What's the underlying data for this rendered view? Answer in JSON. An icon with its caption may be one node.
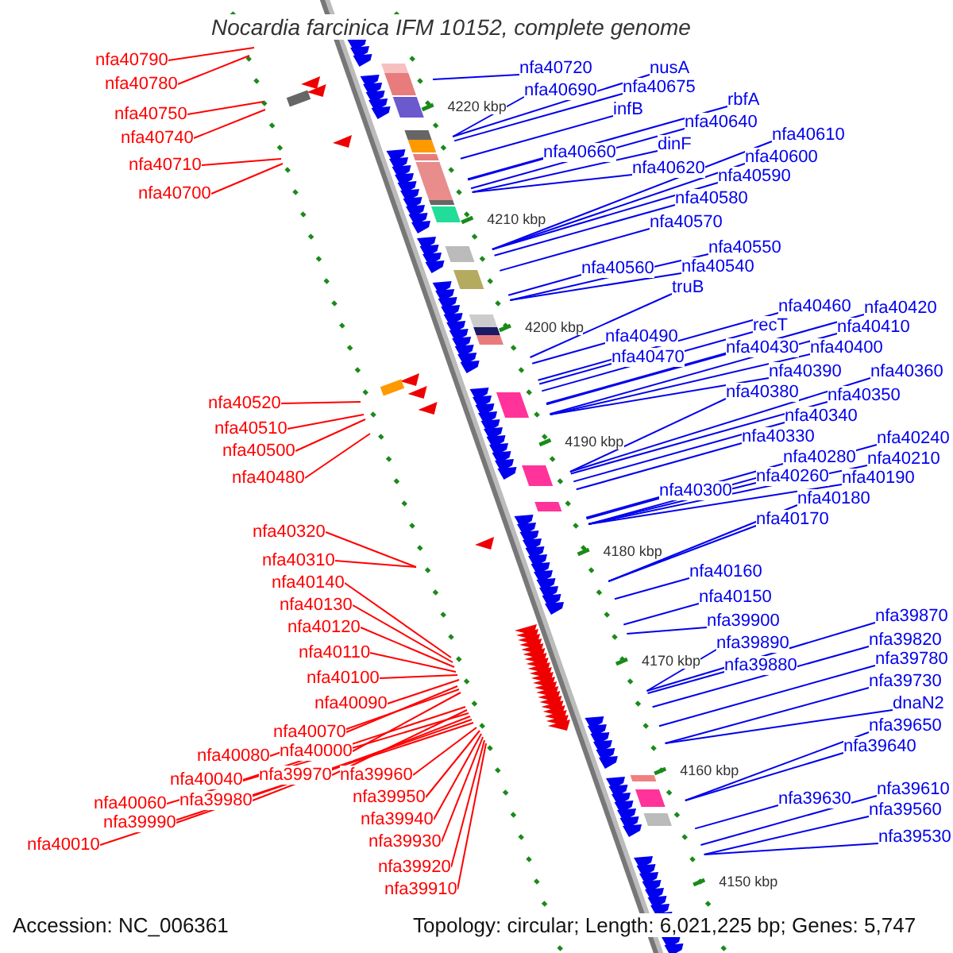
{
  "diagram": {
    "title": "Nocardia farcinica IFM 10152, complete genome",
    "nodes": [
      {
        "text": [
          "nfa40790"
        ]
      },
      {
        "text": [
          "nfa40780"
        ]
      },
      {
        "text": [
          "nfa40750"
        ]
      },
      {
        "text": [
          "nfa40740"
        ]
      },
      {
        "text": [
          "nfa40710"
        ]
      },
      {
        "text": [
          "nfa40700"
        ]
      },
      {
        "text": [
          "nfa40520"
        ]
      },
      {
        "text": [
          "nfa40510"
        ]
      },
      {
        "text": [
          "nfa40500"
        ]
      },
      {
        "text": [
          "nfa40480"
        ]
      },
      {
        "text": [
          "nfa40320"
        ]
      },
      {
        "text": [
          "nfa40310"
        ]
      },
      {
        "text": [
          "nfa40140"
        ]
      },
      {
        "text": [
          "nfa40130"
        ]
      },
      {
        "text": [
          "nfa40120"
        ]
      },
      {
        "text": [
          "nfa40110"
        ]
      },
      {
        "text": [
          "nfa40100"
        ]
      },
      {
        "text": [
          "nfa40090"
        ]
      },
      {
        "text": [
          "nfa40070"
        ]
      },
      {
        "text": [
          "nfa40080"
        ]
      },
      {
        "text": [
          "nfa40000"
        ]
      },
      {
        "text": [
          "nfa40040"
        ]
      },
      {
        "text": [
          "nfa39970"
        ]
      },
      {
        "text": [
          "nfa39960"
        ]
      },
      {
        "text": [
          "nfa40060"
        ]
      },
      {
        "text": [
          "nfa39980"
        ]
      },
      {
        "text": [
          "nfa39990"
        ]
      },
      {
        "text": [
          "nfa40010"
        ]
      },
      {
        "text": [
          "nfa39950"
        ]
      },
      {
        "text": [
          "nfa39940"
        ]
      },
      {
        "text": [
          "nfa39930"
        ]
      },
      {
        "text": [
          "nfa39920"
        ]
      },
      {
        "text": [
          "nfa39910"
        ]
      },
      {
        "text": [
          "nfa40720"
        ]
      },
      {
        "text": [
          "nusA"
        ]
      },
      {
        "text": [
          "nfa40690"
        ]
      },
      {
        "text": [
          "nfa40675"
        ]
      },
      {
        "text": [
          "infB"
        ]
      },
      {
        "text": [
          "rbfA"
        ]
      },
      {
        "text": [
          "nfa40640"
        ]
      },
      {
        "text": [
          "nfa40610"
        ]
      },
      {
        "text": [
          "dinF"
        ]
      },
      {
        "text": [
          "nfa40660"
        ]
      },
      {
        "text": [
          "nfa40600"
        ]
      },
      {
        "text": [
          "nfa40620"
        ]
      },
      {
        "text": [
          "nfa40590"
        ]
      },
      {
        "text": [
          "nfa40580"
        ]
      },
      {
        "text": [
          "nfa40570"
        ]
      },
      {
        "text": [
          "nfa40550"
        ]
      },
      {
        "text": [
          "nfa40540"
        ]
      },
      {
        "text": [
          "nfa40560"
        ]
      },
      {
        "text": [
          "truB"
        ]
      },
      {
        "text": [
          "nfa40460"
        ]
      },
      {
        "text": [
          "nfa40420"
        ]
      },
      {
        "text": [
          "recT"
        ]
      },
      {
        "text": [
          "nfa40410"
        ]
      },
      {
        "text": [
          "nfa40490"
        ]
      },
      {
        "text": [
          "nfa40430"
        ]
      },
      {
        "text": [
          "nfa40400"
        ]
      },
      {
        "text": [
          "nfa40470"
        ]
      },
      {
        "text": [
          "nfa40390"
        ]
      },
      {
        "text": [
          "nfa40360"
        ]
      },
      {
        "text": [
          "nfa40380"
        ]
      },
      {
        "text": [
          "nfa40350"
        ]
      },
      {
        "text": [
          "nfa40340"
        ]
      },
      {
        "text": [
          "nfa40330"
        ]
      },
      {
        "text": [
          "nfa40240"
        ]
      },
      {
        "text": [
          "nfa40280"
        ]
      },
      {
        "text": [
          "nfa40210"
        ]
      },
      {
        "text": [
          "nfa40260"
        ]
      },
      {
        "text": [
          "nfa40190"
        ]
      },
      {
        "text": [
          "nfa40300"
        ]
      },
      {
        "text": [
          "nfa40180"
        ]
      },
      {
        "text": [
          "nfa40170"
        ]
      },
      {
        "text": [
          "nfa40160"
        ]
      },
      {
        "text": [
          "nfa40150"
        ]
      },
      {
        "text": [
          "nfa39870"
        ]
      },
      {
        "text": [
          "nfa39900"
        ]
      },
      {
        "text": [
          "nfa39820"
        ]
      },
      {
        "text": [
          "nfa39890"
        ]
      },
      {
        "text": [
          "nfa39780"
        ]
      },
      {
        "text": [
          "nfa39880"
        ]
      },
      {
        "text": [
          "nfa39730"
        ]
      },
      {
        "text": [
          "dnaN2"
        ]
      },
      {
        "text": [
          "nfa39650"
        ]
      },
      {
        "text": [
          "nfa39640"
        ]
      },
      {
        "text": [
          "nfa39610"
        ]
      },
      {
        "text": [
          "nfa39630"
        ]
      },
      {
        "text": [
          "nfa39560"
        ]
      },
      {
        "text": [
          "nfa39530"
        ]
      }
    ],
    "edges": [
      {
        "from": 0,
        "to": null,
        "arrow": "none",
        "color": "#ff0000"
      },
      {
        "from": 1,
        "to": null,
        "arrow": "none",
        "color": "#ff0000"
      },
      {
        "from": 2,
        "to": null,
        "arrow": "none",
        "color": "#ff0000"
      },
      {
        "from": 3,
        "to": null,
        "arrow": "none",
        "color": "#ff0000"
      },
      {
        "from": 4,
        "to": null,
        "arrow": "none",
        "color": "#ff0000"
      },
      {
        "from": 5,
        "to": null,
        "arrow": "none",
        "color": "#ff0000"
      },
      {
        "from": 6,
        "to": null,
        "arrow": "none",
        "color": "#ff0000"
      },
      {
        "from": 7,
        "to": null,
        "arrow": "none",
        "color": "#ff0000"
      },
      {
        "from": 8,
        "to": null,
        "arrow": "none",
        "color": "#ff0000"
      },
      {
        "from": 9,
        "to": null,
        "arrow": "none",
        "color": "#ff0000"
      },
      {
        "from": 10,
        "to": null,
        "arrow": "none",
        "color": "#ff0000"
      },
      {
        "from": 11,
        "to": null,
        "arrow": "none",
        "color": "#ff0000"
      },
      {
        "from": 12,
        "to": null,
        "arrow": "none",
        "color": "#ff0000"
      },
      {
        "from": 13,
        "to": null,
        "arrow": "none",
        "color": "#ff0000"
      },
      {
        "from": 14,
        "to": null,
        "arrow": "none",
        "color": "#ff0000"
      },
      {
        "from": 15,
        "to": null,
        "arrow": "none",
        "color": "#ff0000"
      },
      {
        "from": 16,
        "to": null,
        "arrow": "none",
        "color": "#ff0000"
      },
      {
        "from": 17,
        "to": null,
        "arrow": "none",
        "color": "#ff0000"
      },
      {
        "from": 18,
        "to": null,
        "arrow": "none",
        "color": "#ff0000"
      },
      {
        "from": 19,
        "to": null,
        "arrow": "none",
        "color": "#ff0000"
      },
      {
        "from": 20,
        "to": null,
        "arrow": "none",
        "color": "#ff0000"
      },
      {
        "from": 21,
        "to": null,
        "arrow": "none",
        "color": "#ff0000"
      },
      {
        "from": 22,
        "to": null,
        "arrow": "none",
        "color": "#ff0000"
      },
      {
        "from": 23,
        "to": null,
        "arrow": "none",
        "color": "#ff0000"
      },
      {
        "from": 24,
        "to": null,
        "arrow": "none",
        "color": "#ff0000"
      },
      {
        "from": 25,
        "to": null,
        "arrow": "none",
        "color": "#ff0000"
      },
      {
        "from": 26,
        "to": null,
        "arrow": "none",
        "color": "#ff0000"
      },
      {
        "from": 27,
        "to": null,
        "arrow": "none",
        "color": "#ff0000"
      },
      {
        "from": 28,
        "to": null,
        "arrow": "none",
        "color": "#ff0000"
      },
      {
        "from": 29,
        "to": null,
        "arrow": "none",
        "color": "#ff0000"
      },
      {
        "from": 30,
        "to": null,
        "arrow": "none",
        "color": "#ff0000"
      },
      {
        "from": 31,
        "to": null,
        "arrow": "none",
        "color": "#ff0000"
      },
      {
        "from": 32,
        "to": null,
        "arrow": "none",
        "color": "#ff0000"
      },
      {
        "from": 33,
        "to": null,
        "arrow": "none"
      },
      {
        "from": 34,
        "to": null,
        "arrow": "none"
      },
      {
        "from": 35,
        "to": null,
        "arrow": "none"
      },
      {
        "from": 36,
        "to": null,
        "arrow": "none"
      },
      {
        "from": 37,
        "to": null,
        "arrow": "none"
      },
      {
        "from": 38,
        "to": null,
        "arrow": "none"
      },
      {
        "from": 39,
        "to": null,
        "arrow": "none"
      },
      {
        "from": 40,
        "to": null,
        "arrow": "none"
      },
      {
        "from": 41,
        "to": null,
        "arrow": "none"
      },
      {
        "from": 42,
        "to": null,
        "arrow": "none"
      },
      {
        "from": 43,
        "to": null,
        "arrow": "none"
      },
      {
        "from": 44,
        "to": null,
        "arrow": "none"
      },
      {
        "from": 45,
        "to": null,
        "arrow": "none"
      },
      {
        "from": 46,
        "to": null,
        "arrow": "none"
      },
      {
        "from": 47,
        "to": null,
        "arrow": "none"
      },
      {
        "from": 48,
        "to": null,
        "arrow": "none"
      },
      {
        "from": 49,
        "to": null,
        "arrow": "none"
      },
      {
        "from": 50,
        "to": null,
        "arrow": "none"
      },
      {
        "from": 51,
        "to": null,
        "arrow": "none"
      },
      {
        "from": 52,
        "to": null,
        "arrow": "none"
      },
      {
        "from": 53,
        "to": null,
        "arrow": "none"
      },
      {
        "from": 54,
        "to": null,
        "arrow": "none"
      },
      {
        "from": 55,
        "to": null,
        "arrow": "none"
      },
      {
        "from": 56,
        "to": null,
        "arrow": "none"
      },
      {
        "from": 57,
        "to": null,
        "arrow": "none"
      },
      {
        "from": 58,
        "to": null,
        "arrow": "none"
      },
      {
        "from": 59,
        "to": null,
        "arrow": "none"
      },
      {
        "from": 60,
        "to": null,
        "arrow": "none"
      },
      {
        "from": 61,
        "to": null,
        "arrow": "none"
      },
      {
        "from": 62,
        "to": null,
        "arrow": "none"
      },
      {
        "from": 63,
        "to": null,
        "arrow": "none"
      },
      {
        "from": 64,
        "to": null,
        "arrow": "none"
      },
      {
        "from": 65,
        "to": null,
        "arrow": "none"
      },
      {
        "from": 66,
        "to": null,
        "arrow": "none"
      },
      {
        "from": 67,
        "to": null,
        "arrow": "none"
      },
      {
        "from": 68,
        "to": null,
        "arrow": "none"
      },
      {
        "from": 69,
        "to": null,
        "arrow": "none"
      },
      {
        "from": 70,
        "to": null,
        "arrow": "none"
      },
      {
        "from": 71,
        "to": null,
        "arrow": "none"
      },
      {
        "from": 72,
        "to": null,
        "arrow": "none"
      },
      {
        "from": 73,
        "to": null,
        "arrow": "none"
      },
      {
        "from": 74,
        "to": null,
        "arrow": "none"
      },
      {
        "from": 75,
        "to": null,
        "arrow": "none"
      },
      {
        "from": 76,
        "to": null,
        "arrow": "none"
      },
      {
        "from": 77,
        "to": null,
        "arrow": "none"
      },
      {
        "from": 78,
        "to": null,
        "arrow": "none"
      },
      {
        "from": 79,
        "to": null,
        "arrow": "none"
      },
      {
        "from": 80,
        "to": null,
        "arrow": "none"
      },
      {
        "from": 81,
        "to": null,
        "arrow": "none"
      },
      {
        "from": 82,
        "to": null,
        "arrow": "none"
      },
      {
        "from": 83,
        "to": null,
        "arrow": "none"
      },
      {
        "from": 84,
        "to": null,
        "arrow": "none"
      },
      {
        "from": 85,
        "to": null,
        "arrow": "none"
      },
      {
        "from": 86,
        "to": null,
        "arrow": "none"
      },
      {
        "from": 87,
        "to": null,
        "arrow": "none"
      },
      {
        "from": 88,
        "to": null,
        "arrow": "none"
      },
      {
        "from": 89,
        "to": null,
        "arrow": "none"
      }
    ],
    "labels": [
      "4220 kbp",
      "4210 kbp",
      "4200 kbp",
      "4190 kbp",
      "4180 kbp",
      "4170 kbp",
      "4160 kbp",
      "4150 kbp",
      "Accession: NC_006361",
      "Topology: circular; Length: 6,021,225 bp; Genes: 5,747"
    ]
  }
}
